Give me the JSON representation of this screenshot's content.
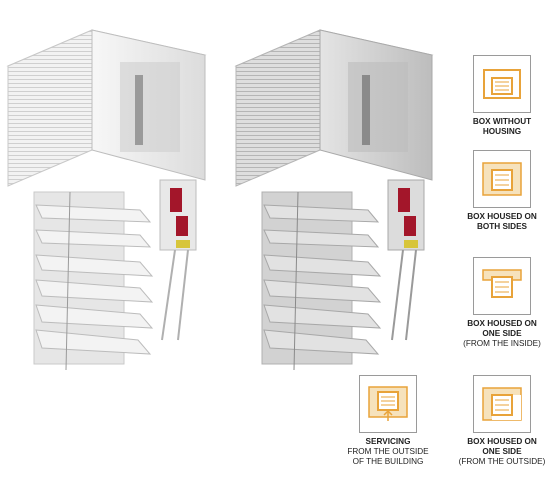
{
  "colors": {
    "accent": "#e8a33a",
    "seal_red": "#a3162a",
    "seal_yellow": "#d7c53a",
    "box_white": "#f4f4f4",
    "box_grey": "#bfbfbf",
    "slat": "#d9d9d9"
  },
  "illustrations": [
    {
      "name": "blind-box-cutaway-left",
      "style": "light"
    },
    {
      "name": "blind-box-cutaway-right",
      "style": "grey"
    }
  ],
  "options": [
    {
      "icon": "box-without-housing-icon",
      "title": "BOX WITHOUT HOUSING",
      "title_lines": [
        "BOX WITHOUT",
        "HOUSING"
      ],
      "note_lines": []
    },
    {
      "icon": "box-housed-both-sides-icon",
      "title": "BOX HOUSED ON BOTH SIDES",
      "title_lines": [
        "BOX HOUSED ON",
        "BOTH SIDES"
      ],
      "note_lines": []
    },
    {
      "icon": "box-housed-one-side-inside-icon",
      "title": "BOX HOUSED ON ONE SIDE",
      "title_lines": [
        "BOX HOUSED ON",
        "ONE SIDE"
      ],
      "note_lines": [
        "(FROM THE INSIDE)"
      ]
    },
    {
      "icon": "servicing-outside-icon",
      "title": "SERVICING",
      "title_lines": [
        "SERVICING"
      ],
      "note_lines": [
        "FROM THE OUTSIDE",
        "OF THE BUILDING"
      ]
    },
    {
      "icon": "box-housed-one-side-outside-icon",
      "title": "BOX HOUSED ON ONE SIDE",
      "title_lines": [
        "BOX HOUSED ON",
        "ONE SIDE"
      ],
      "note_lines": [
        "(FROM THE OUTSIDE)"
      ]
    }
  ]
}
